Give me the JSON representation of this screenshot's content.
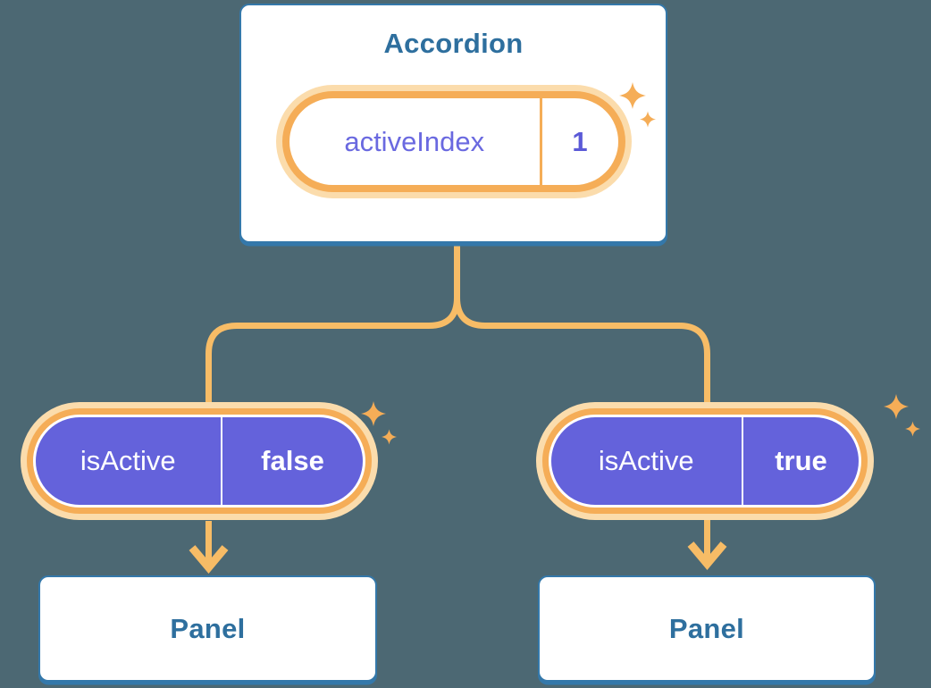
{
  "colors": {
    "background": "#4C6873",
    "card-border": "#3478AA",
    "blue-text": "#2E6F9E",
    "orange": "#F5AD57",
    "orange-halo": "#FBDCAC",
    "orange-line": "#F7BC66",
    "purple": "#6462DB",
    "purple-text": "#6A69E0",
    "purple-value": "#5B5AD7",
    "white-text": "#FFFFFF"
  },
  "accordion_card": {
    "title": "Accordion",
    "state_pill": {
      "label": "activeIndex",
      "value": "1"
    }
  },
  "children": [
    {
      "prop_pill": {
        "label": "isActive",
        "value": "false"
      },
      "panel_label": "Panel"
    },
    {
      "prop_pill": {
        "label": "isActive",
        "value": "true"
      },
      "panel_label": "Panel"
    }
  ]
}
